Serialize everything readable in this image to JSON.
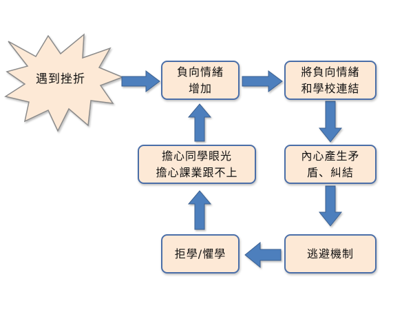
{
  "diagram": {
    "start": "遇到挫折",
    "nodes": {
      "negative_emotion": [
        "負向情緒",
        "增加"
      ],
      "link_school": [
        "將負向情緒",
        "和學校連結"
      ],
      "inner_conflict": [
        "內心產生矛",
        "盾、糾結"
      ],
      "avoidance": [
        "逃避機制"
      ],
      "refuse_fear": [
        "拒學/懼學"
      ],
      "worry": [
        "擔心同學眼光",
        "擔心課業跟不上"
      ]
    },
    "colors": {
      "box_fill": "#fde9d6",
      "box_border": "#4a6ea8",
      "arrow_fill": "#4e7fbd",
      "arrow_stroke": "#3a5f8f",
      "burst_fill": "#fde9d6",
      "burst_border": "#8a8a8a"
    }
  }
}
